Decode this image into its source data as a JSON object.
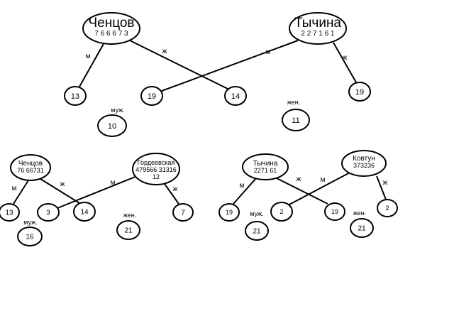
{
  "diagram": {
    "nodes": [
      {
        "id": "chentsov_top",
        "name": "Ченцов",
        "code": "7 6  6  6  7  3"
      },
      {
        "id": "tychina_top",
        "name": "Тычина",
        "code": "2  2  7  1  6  1"
      },
      {
        "id": "n13_top",
        "name": "13"
      },
      {
        "id": "n19a_top",
        "name": "19"
      },
      {
        "id": "n14_top",
        "name": "14"
      },
      {
        "id": "n19b_top",
        "name": "19"
      },
      {
        "id": "n10_top",
        "name": "10"
      },
      {
        "id": "n11_top",
        "name": "11"
      },
      {
        "id": "chentsov_bl",
        "name": "Ченцов",
        "code": "76 66731"
      },
      {
        "id": "gordeevskaya_bl",
        "name": "Гордеевская",
        "code": "479566 31316",
        "code2": "12"
      },
      {
        "id": "n13_bl",
        "name": "13"
      },
      {
        "id": "n3_bl",
        "name": "3"
      },
      {
        "id": "n14_bl",
        "name": "14"
      },
      {
        "id": "n7_bl",
        "name": "7"
      },
      {
        "id": "n16_bl",
        "name": "16"
      },
      {
        "id": "n21_bl",
        "name": "21"
      },
      {
        "id": "tychina_br",
        "name": "Тычина",
        "code": "2271 61"
      },
      {
        "id": "kovtun_br",
        "name": "Ковтун",
        "code": "373236"
      },
      {
        "id": "n19a_br",
        "name": "19"
      },
      {
        "id": "n2a_br",
        "name": "2"
      },
      {
        "id": "n19b_br",
        "name": "19"
      },
      {
        "id": "n2b_br",
        "name": "2"
      },
      {
        "id": "n21a_br",
        "name": "21"
      },
      {
        "id": "n21b_br",
        "name": "21"
      }
    ],
    "edges": [
      {
        "from": "chentsov_top",
        "to": "n13_top",
        "label": "м"
      },
      {
        "from": "chentsov_top",
        "to": "n14_top",
        "label": "ж"
      },
      {
        "from": "tychina_top",
        "to": "n19a_top",
        "label": "м"
      },
      {
        "from": "tychina_top",
        "to": "n19b_top",
        "label": "ж"
      },
      {
        "from": "chentsov_bl",
        "to": "n13_bl",
        "label": "м"
      },
      {
        "from": "chentsov_bl",
        "to": "n14_bl",
        "label": "ж"
      },
      {
        "from": "gordeevskaya_bl",
        "to": "n3_bl",
        "label": "м"
      },
      {
        "from": "gordeevskaya_bl",
        "to": "n7_bl",
        "label": "ж"
      },
      {
        "from": "tychina_br",
        "to": "n19a_br",
        "label": "м"
      },
      {
        "from": "tychina_br",
        "to": "n19b_br",
        "label": "ж"
      },
      {
        "from": "kovtun_br",
        "to": "n2a_br",
        "label": "м"
      },
      {
        "from": "kovtun_br",
        "to": "n2b_br",
        "label": "ж"
      }
    ],
    "notes": [
      {
        "id": "note_muzh_top",
        "text": "муж."
      },
      {
        "id": "note_zhen_top",
        "text": "жен."
      },
      {
        "id": "note_muzh_bl",
        "text": "муж."
      },
      {
        "id": "note_zhen_bl",
        "text": "жен."
      },
      {
        "id": "note_muzh_br",
        "text": "муж."
      },
      {
        "id": "note_zhen_br",
        "text": "жен."
      }
    ]
  }
}
